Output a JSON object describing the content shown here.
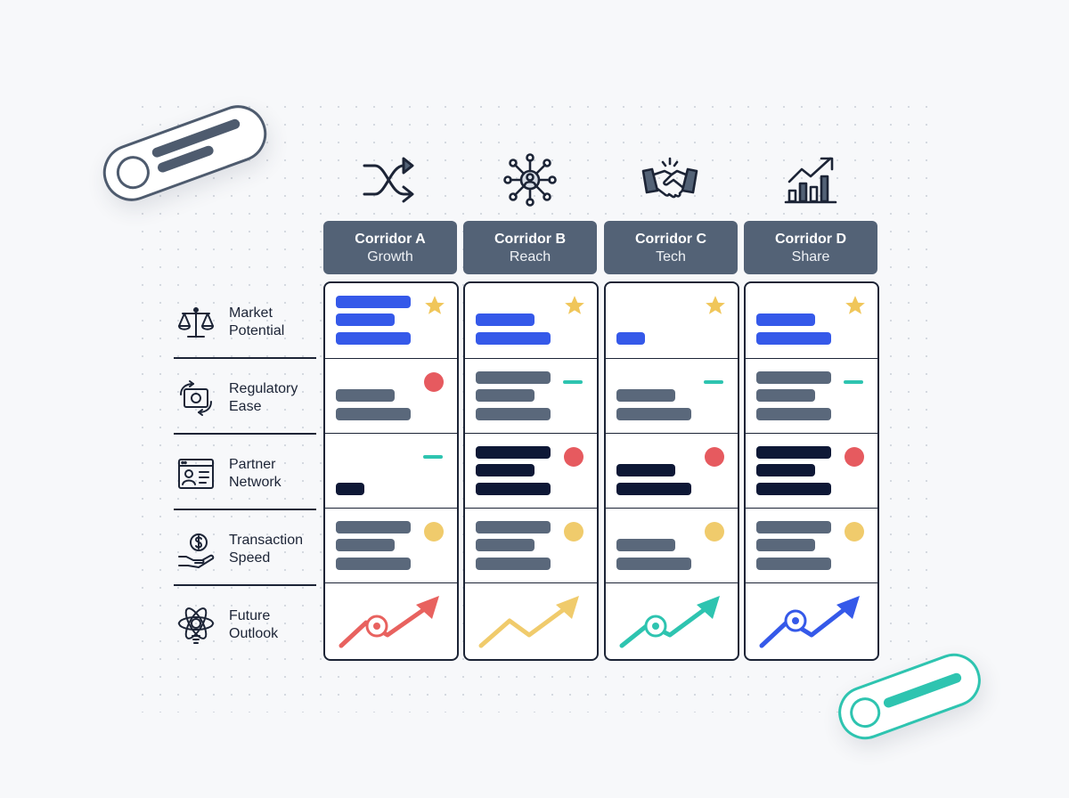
{
  "columns": [
    {
      "title": "Corridor A",
      "subtitle": "Growth",
      "icon": "shuffle-arrows-icon",
      "trend_color": "#e8625f"
    },
    {
      "title": "Corridor B",
      "subtitle": "Reach",
      "icon": "network-user-icon",
      "trend_color": "#f0cb6c"
    },
    {
      "title": "Corridor C",
      "subtitle": "Tech",
      "icon": "handshake-icon",
      "trend_color": "#2ec4b0"
    },
    {
      "title": "Corridor D",
      "subtitle": "Share",
      "icon": "bar-chart-growth-icon",
      "trend_color": "#3559e9"
    }
  ],
  "rows": [
    {
      "line1": "Market",
      "line2": "Potential",
      "icon": "balance-scale-icon"
    },
    {
      "line1": "Regulatory",
      "line2": "Ease",
      "icon": "money-exchange-icon"
    },
    {
      "line1": "Partner",
      "line2": "Network",
      "icon": "profile-card-icon"
    },
    {
      "line1": "Transaction",
      "line2": "Speed",
      "icon": "dollar-hand-icon"
    },
    {
      "line1": "Future",
      "line2": "Outlook",
      "icon": "atom-bulb-icon"
    }
  ],
  "colors": {
    "header_bg": "#536276",
    "blue": "#3559e9",
    "slate": "#5a687b",
    "navy": "#0e1836",
    "red": "#e65a5f",
    "yellow": "#f0cb6c",
    "teal": "#2ec4b0",
    "star": "#f0c65a",
    "border": "#1c2436"
  }
}
